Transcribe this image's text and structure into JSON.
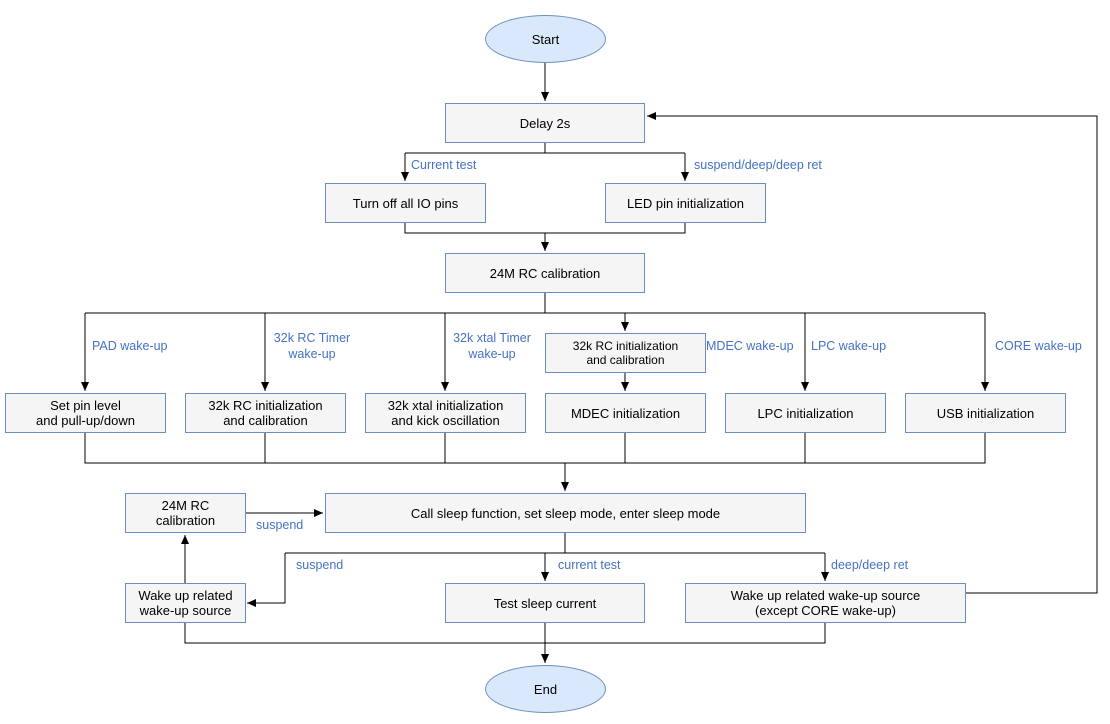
{
  "nodes": {
    "start": "Start",
    "delay": "Delay 2s",
    "turn_off_io": "Turn off all IO pins",
    "led_init": "LED pin initialization",
    "rc24m_calib": "24M RC calibration",
    "set_pin_level": "Set pin level\nand pull-up/down",
    "rc32k_init": "32k RC initialization\nand calibration",
    "xtal32k_init": "32k xtal initialization\nand kick oscillation",
    "mdec_rc32k": "32k RC initialization\nand calibration",
    "mdec_init": "MDEC initialization",
    "lpc_init": "LPC initialization",
    "usb_init": "USB initialization",
    "rc24m_calib_2": "24M RC\ncalibration",
    "call_sleep": "Call sleep function, set sleep mode, enter sleep mode",
    "wake_related": "Wake up related\nwake-up source",
    "test_current": "Test sleep current",
    "wake_except_core": "Wake up related wake-up source\n(except CORE wake-up)",
    "end": "End"
  },
  "labels": {
    "current_test": "Current test",
    "suspend_deep": "suspend/deep/deep ret",
    "pad": "PAD wake-up",
    "rc_timer": "32k RC Timer\nwake-up",
    "xtal_timer": "32k xtal Timer\nwake-up",
    "mdec": "MDEC wake-up",
    "lpc": "LPC wake-up",
    "core": "CORE wake-up",
    "suspend_1": "suspend",
    "suspend_2": "suspend",
    "current_test_2": "current test",
    "deep_ret": "deep/deep ret"
  },
  "colors": {
    "node_fill": "#f5f5f5",
    "node_border": "#6c8ebf",
    "terminal_fill": "#dae8fc",
    "label_text": "#4472c4",
    "edge": "#000000"
  }
}
